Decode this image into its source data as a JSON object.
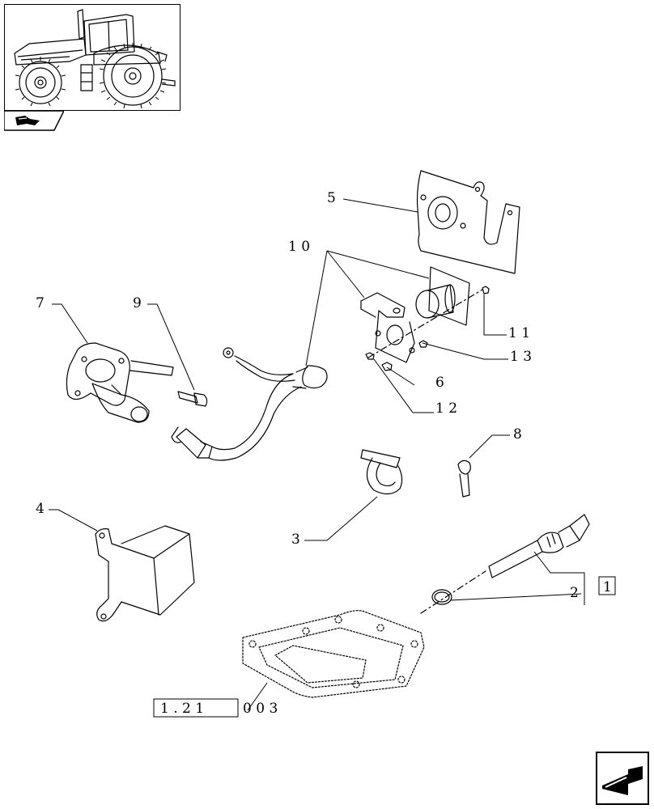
{
  "callouts": {
    "c1": "1",
    "c2": "2",
    "c3": "3",
    "c4": "4",
    "c5": "5",
    "c6": "6",
    "c7": "7",
    "c8": "8",
    "c9": "9",
    "c10": "1 0",
    "c11": "1 1",
    "c12": "1 2",
    "c13": "1 3"
  },
  "reference": {
    "box": "1 . 2 1",
    "rest": "0   0 3"
  },
  "icons": {
    "thumbnail": "tractor-thumbnail-icon",
    "section_tab": "section-tab-icon",
    "next": "next-page-arrow-icon"
  },
  "colors": {
    "line": "#000000",
    "background": "#ffffff"
  }
}
